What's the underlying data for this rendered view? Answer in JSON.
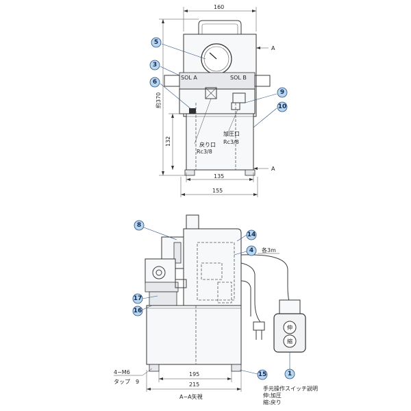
{
  "top_view": {
    "dims": {
      "width_top": "160",
      "height_total": "約370",
      "tank_height": "132",
      "inner_width": "135",
      "base_width": "155"
    },
    "labels": {
      "sol_a": "SOL A",
      "sol_b": "SOL B",
      "section_a_top": "A",
      "section_a_bottom": "A",
      "return_port": "戻り口",
      "return_thread": "Rc3/8",
      "pressure_port": "加圧口",
      "pressure_thread": "Rc3/8"
    },
    "balloons": [
      "5",
      "3",
      "6",
      "9",
      "10"
    ]
  },
  "bottom_view": {
    "dims": {
      "inner_width": "195",
      "base_width": "215"
    },
    "labels": {
      "tap_spec_1": "4−M6",
      "tap_spec_2": "タップ　9",
      "cable_length": "各3m",
      "view_title": "A−A矢視",
      "switch_note_title": "手元操作スイッチ説明",
      "switch_note_1": "伸:加圧",
      "switch_note_2": "縮:戻り",
      "switch_btn_1": "伸",
      "switch_btn_2": "縮"
    },
    "balloons": [
      "8",
      "14",
      "4",
      "17",
      "16",
      "15",
      "1"
    ]
  }
}
